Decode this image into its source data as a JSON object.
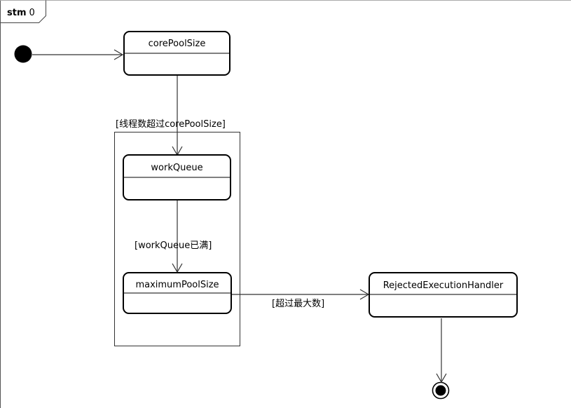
{
  "frame": {
    "keyword": "stm",
    "name": "0"
  },
  "states": {
    "core": "corePoolSize",
    "queue": "workQueue",
    "max": "maximumPoolSize",
    "rejected": "RejectedExecutionHandler"
  },
  "guards": {
    "exceed_core": "[线程数超过corePoolSize]",
    "queue_full": "[workQueue已满]",
    "exceed_max": "[超过最大数]"
  }
}
